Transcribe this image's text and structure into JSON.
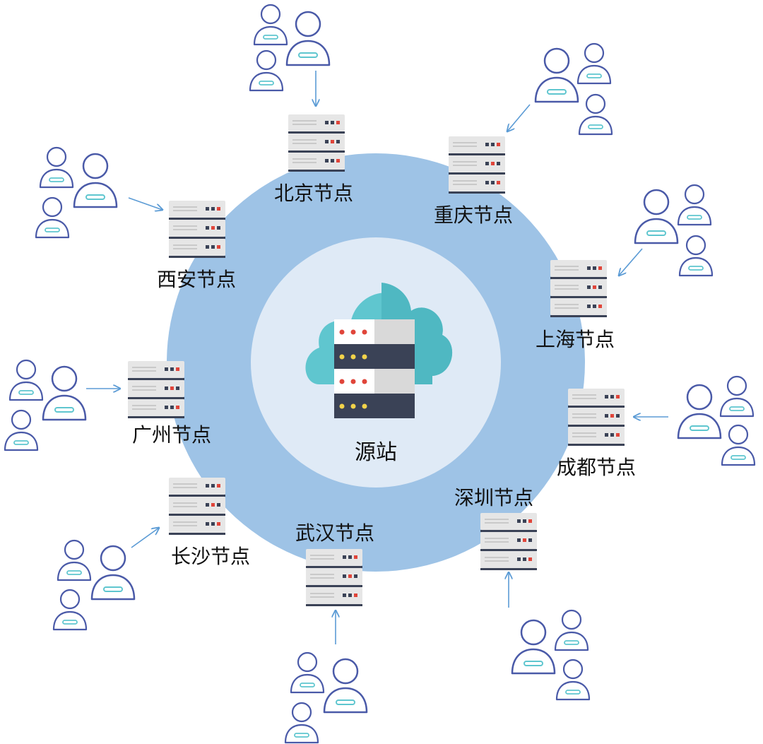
{
  "origin": {
    "label": "源站",
    "icon": "cloud-server-icon"
  },
  "colors": {
    "outer_ring": "#9ec3e6",
    "inner_disc": "#dfeaf6",
    "cloud": "#5fc6cf",
    "user_stroke": "#4a5aa8",
    "user_badge": "#5fc6cf",
    "arrow": "#5b9bd5",
    "server_body": "#e4e4e4",
    "server_dark": "#3a4256"
  },
  "nodes": [
    {
      "id": "beijing",
      "label": "北京节点"
    },
    {
      "id": "chongqing",
      "label": "重庆节点"
    },
    {
      "id": "xian",
      "label": "西安节点"
    },
    {
      "id": "shanghai",
      "label": "上海节点"
    },
    {
      "id": "guangzhou",
      "label": "广州节点"
    },
    {
      "id": "chengdu",
      "label": "成都节点"
    },
    {
      "id": "shenzhen",
      "label": "深圳节点"
    },
    {
      "id": "changsha",
      "label": "长沙节点"
    },
    {
      "id": "wuhan",
      "label": "武汉节点"
    }
  ]
}
